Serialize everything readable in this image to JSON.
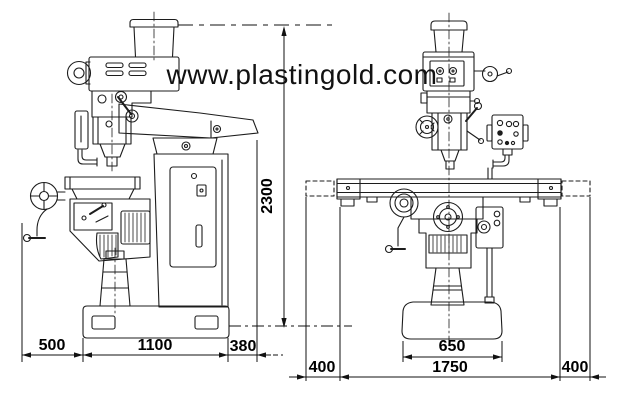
{
  "watermark": {
    "text": "www.plastingold.com"
  },
  "dimensions": {
    "overall_height": {
      "value": "2300"
    },
    "bottom_left": [
      {
        "name": "front_overhang",
        "value": "500"
      },
      {
        "name": "base_length",
        "value": "1100"
      },
      {
        "name": "rear_overhang",
        "value": "380"
      }
    ],
    "bottom_right": [
      {
        "name": "left_travel",
        "value": "400"
      },
      {
        "name": "base_width",
        "value": "650"
      },
      {
        "name": "table_span",
        "value": "1750"
      },
      {
        "name": "right_travel",
        "value": "400"
      }
    ]
  },
  "colors": {
    "background": "#ffffff",
    "line": "#1c1c1c",
    "dimension_text": "#000000"
  }
}
